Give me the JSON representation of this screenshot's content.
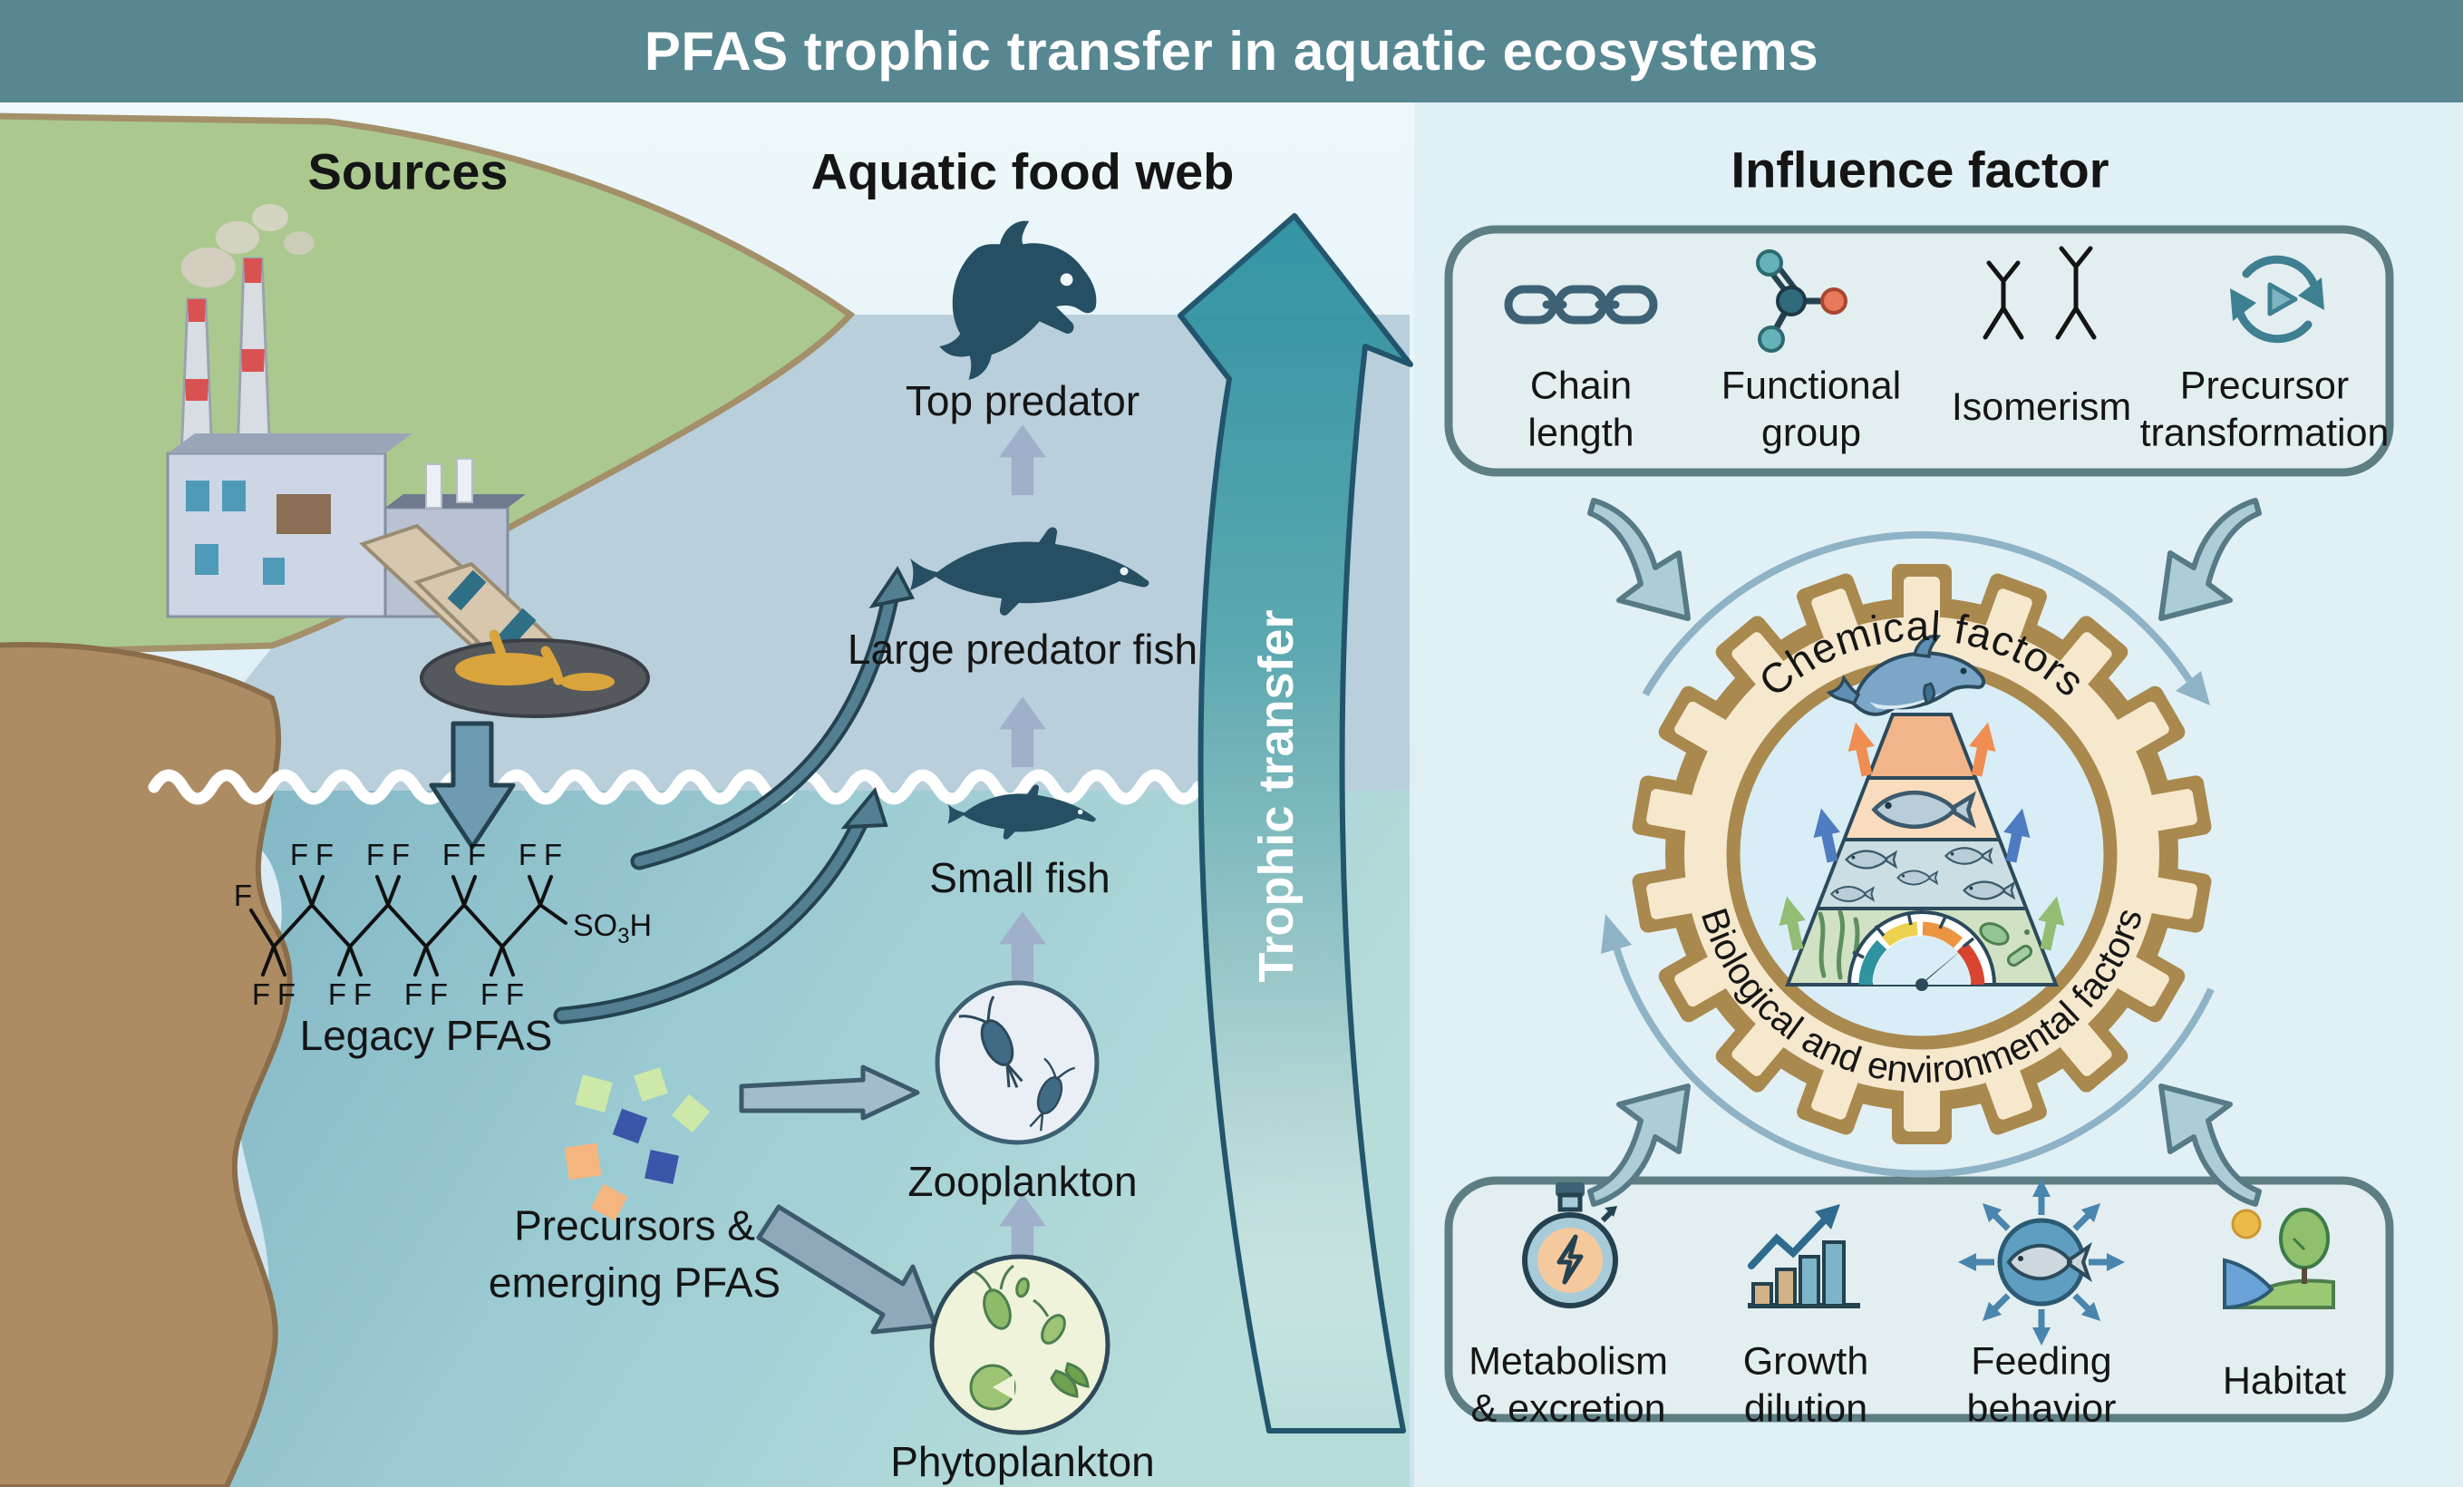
{
  "title": "PFAS trophic transfer in aquatic ecosystems",
  "sources": {
    "heading": "Sources",
    "legacy_pfas_label": "Legacy PFAS",
    "precursors_line1": "Precursors &",
    "precursors_line2": "emerging PFAS",
    "molecule": {
      "fluorine": "F",
      "so3_prefix": "SO",
      "so3_subscript": "3",
      "so3_suffix": "H"
    },
    "icons": [
      "factory-icon",
      "effluent-discharge-icon",
      "pfas-structure-icon",
      "pfas-particles-icon"
    ]
  },
  "food_web": {
    "heading": "Aquatic food web",
    "levels": [
      "Top predator",
      "Large predator fish",
      "Small fish",
      "Zooplankton",
      "Phytoplankton"
    ],
    "trophic_arrow_label": "Trophic transfer"
  },
  "influence": {
    "heading": "Influence factor",
    "chemical_factors": [
      {
        "line1": "Chain",
        "line2": "length",
        "icon": "chain-icon"
      },
      {
        "line1": "Functional",
        "line2": "group",
        "icon": "molecule-icon"
      },
      {
        "line1": "Isomerism",
        "line2": "",
        "icon": "branched-isomer-icon"
      },
      {
        "line1": "Precursor",
        "line2": "transformation",
        "icon": "transformation-cycle-icon"
      }
    ],
    "gear": {
      "top_label": "Chemical factors",
      "bottom_label": "Biological and environmental factors",
      "center_icon": "trophic-pyramid-gauge-icon"
    },
    "bio_env_factors": [
      {
        "line1": "Metabolism",
        "line2": "& excretion",
        "icon": "stopwatch-energy-icon"
      },
      {
        "line1": "Growth",
        "line2": "dilution",
        "icon": "growth-chart-icon"
      },
      {
        "line1": "Feeding",
        "line2": "behavior",
        "icon": "feeding-fish-icon"
      },
      {
        "line1": "Habitat",
        "line2": "",
        "icon": "habitat-landscape-icon"
      }
    ]
  },
  "colors": {
    "banner": "#578791",
    "background": "#e0f0f5",
    "water": "#8fc3ce",
    "gear_brown": "#a9894e",
    "gear_cream": "#f6e8cd",
    "accent_teal": "#2a8fa0",
    "silhouette": "#264f63",
    "box_border": "#5d7f84",
    "swoop_arrow": "#abced6"
  }
}
